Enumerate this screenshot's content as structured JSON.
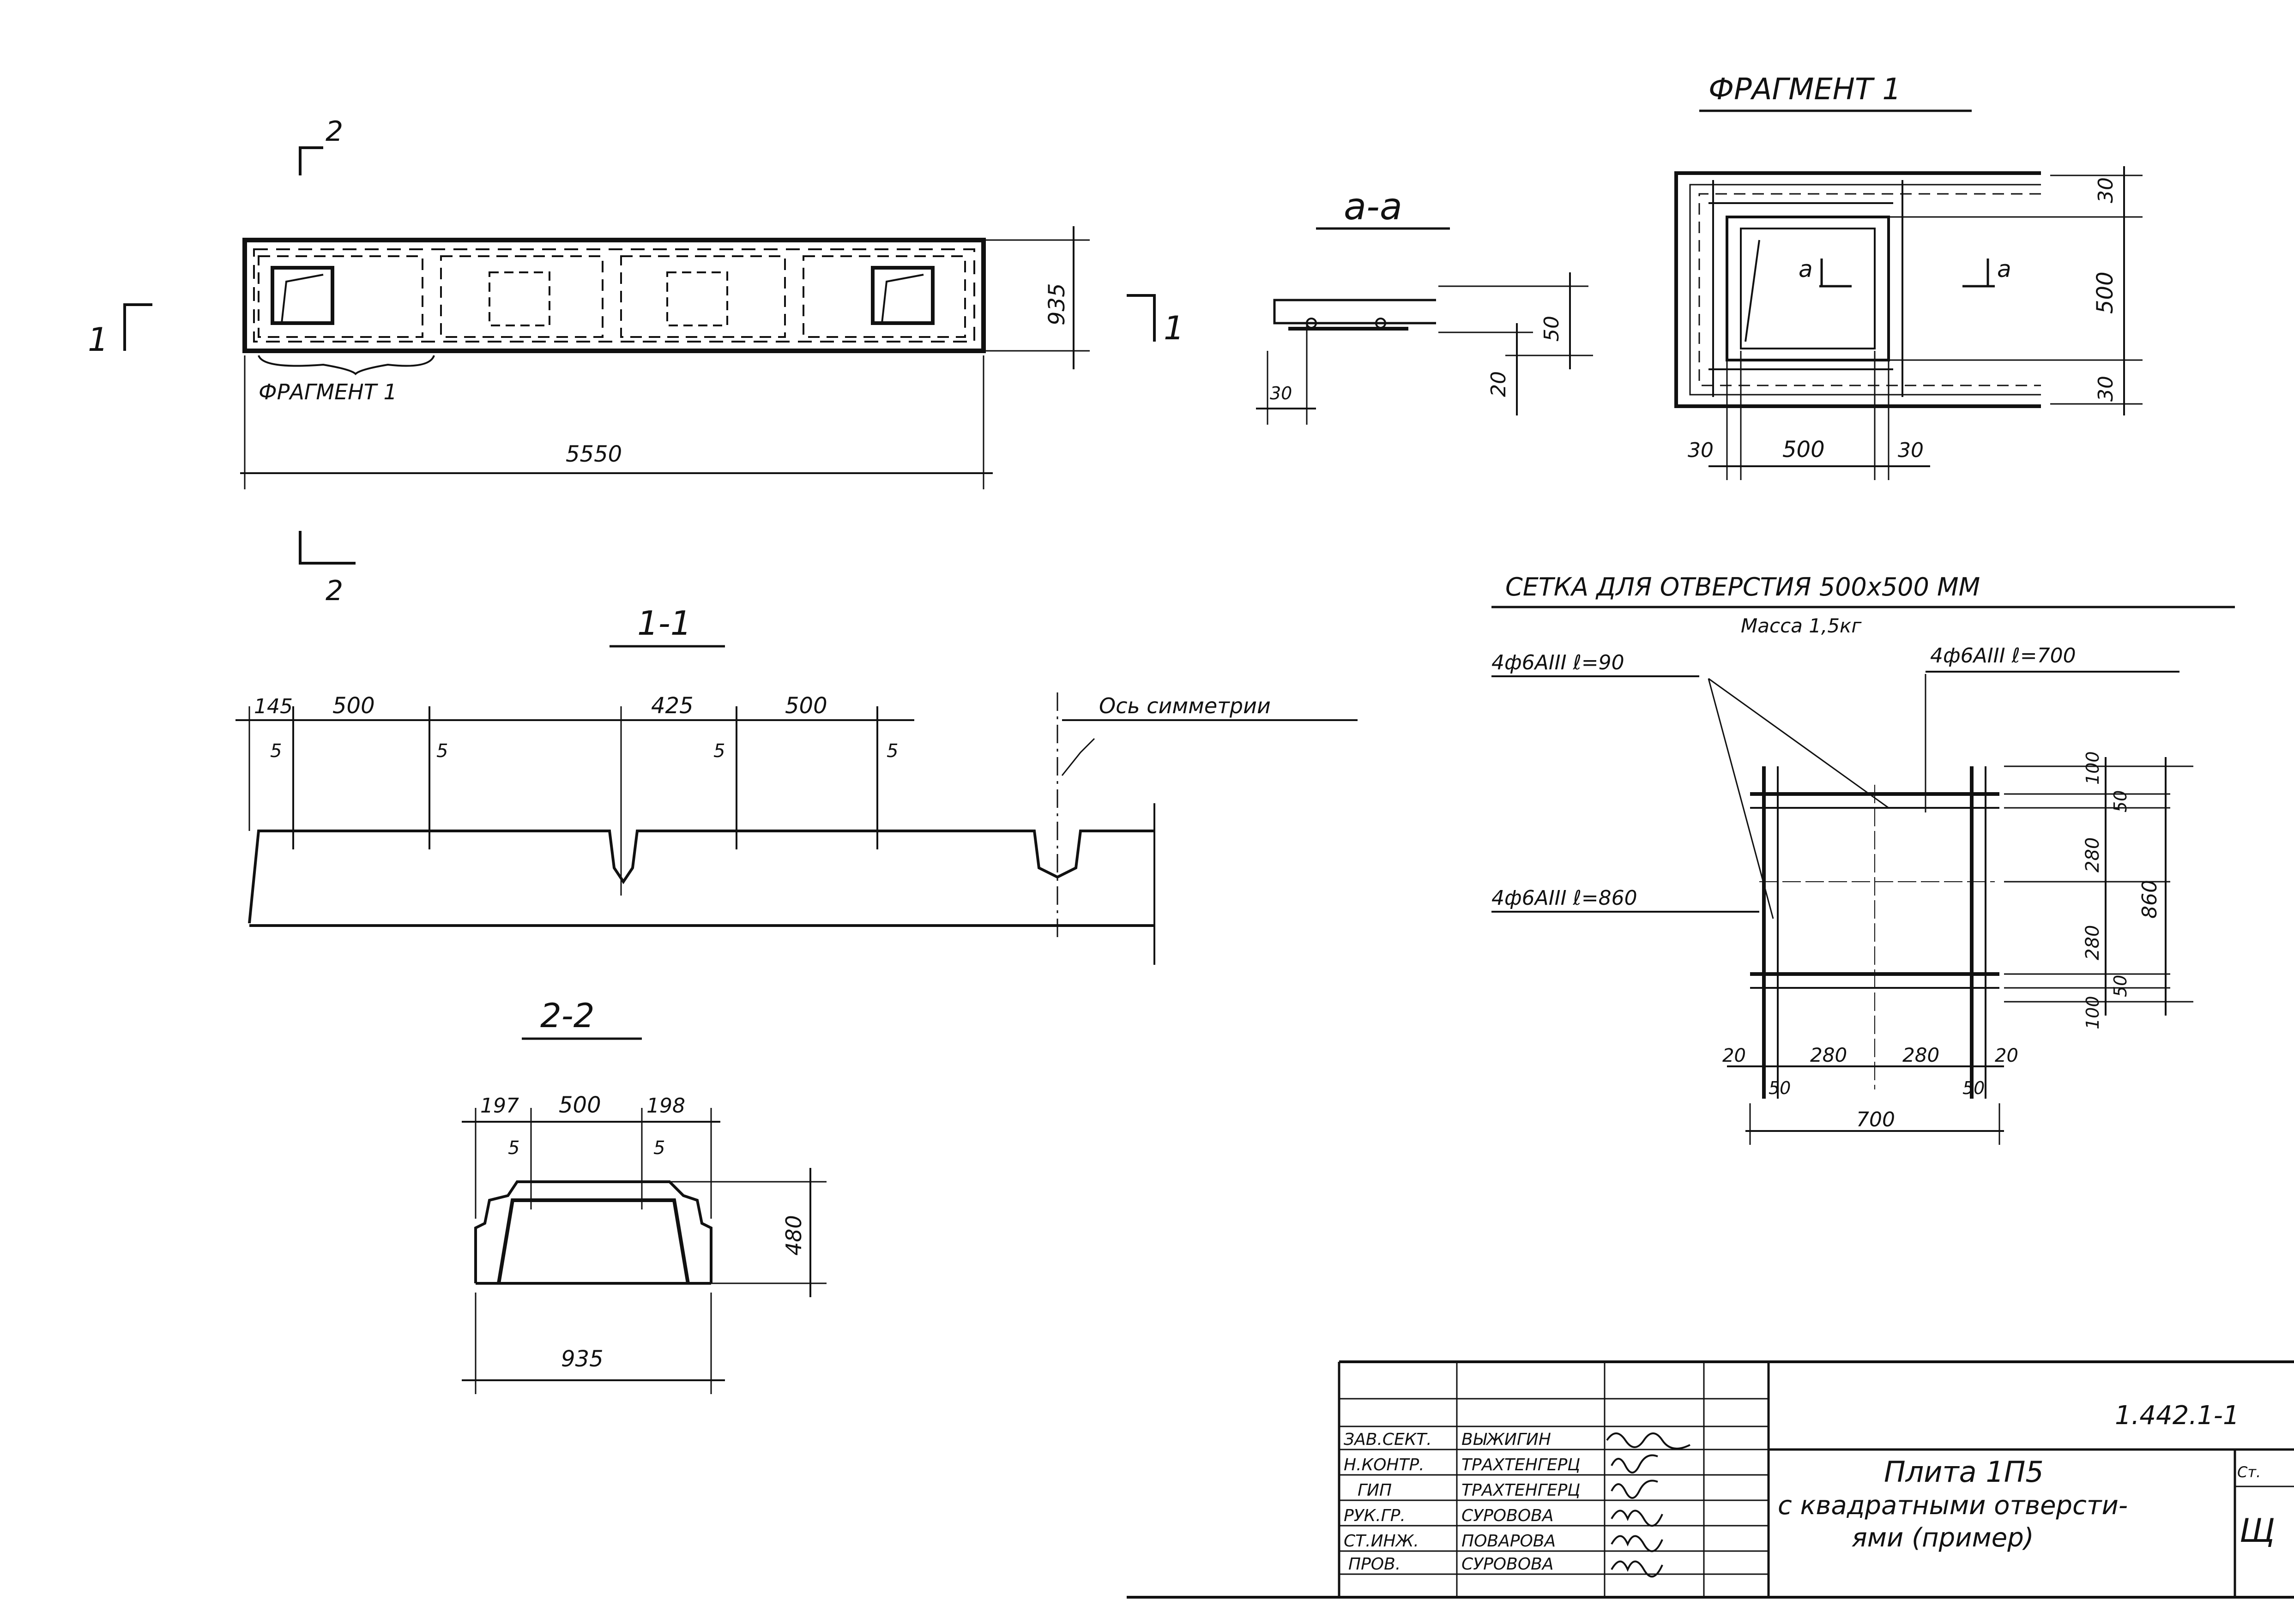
{
  "plan": {
    "section_mark_1": "1",
    "section_mark_2": "2",
    "fragment_label": "ФРАГМЕНТ 1",
    "dim_length": "5550",
    "dim_width": "935"
  },
  "section_aa": {
    "title": "а-а",
    "dim_50": "50",
    "dim_20": "20",
    "dim_30": "30"
  },
  "fragment1": {
    "title": "ФРАГМЕНТ 1",
    "mark_a": "а",
    "dim_30": "30",
    "dim_500": "500"
  },
  "section_11": {
    "title": "1-1",
    "dims": [
      "145",
      "500",
      "425",
      "500"
    ],
    "dim_5": "5",
    "axis_label": "Ось симметрии"
  },
  "section_22": {
    "title": "2-2",
    "dims": [
      "197",
      "500",
      "198"
    ],
    "dim_5": "5",
    "dim_height": "480",
    "dim_width": "935"
  },
  "mesh": {
    "title": "СЕТКА ДЛЯ ОТВЕРСТИЯ 500х500 ММ",
    "mass": "Масса 1,5кг",
    "bar1": "4ф6АIII ℓ=90",
    "bar2": "4ф6АIII ℓ=700",
    "bar3": "4ф6АIII ℓ=860",
    "dims_right": [
      "100",
      "50",
      "280",
      "860",
      "280",
      "50",
      "100"
    ],
    "dims_bottom": [
      "20",
      "50",
      "280",
      "280",
      "20",
      "50",
      "700"
    ]
  },
  "title_block": {
    "doc_code": "1.442.1-1",
    "title_lines": [
      "Плита 1П5",
      "с квадратными отверсти-",
      "ями (пример)"
    ],
    "roles": [
      {
        "role": "ЗАВ.СЕКТ.",
        "name": "ВЫЖИГИН"
      },
      {
        "role": "Н.КОНТР.",
        "name": "ТРАХТЕНГЕРЦ"
      },
      {
        "role": "ГИП",
        "name": "ТРАХТЕНГЕРЦ"
      },
      {
        "role": "РУК.ГР.",
        "name": "СУРОВОВА"
      },
      {
        "role": "СТ.ИНЖ.",
        "name": "ПОВАРОВА"
      },
      {
        "role": "ПРОВ.",
        "name": "СУРОВОВА"
      }
    ],
    "stage_label": "Ст.",
    "stage_value": "Щ"
  }
}
